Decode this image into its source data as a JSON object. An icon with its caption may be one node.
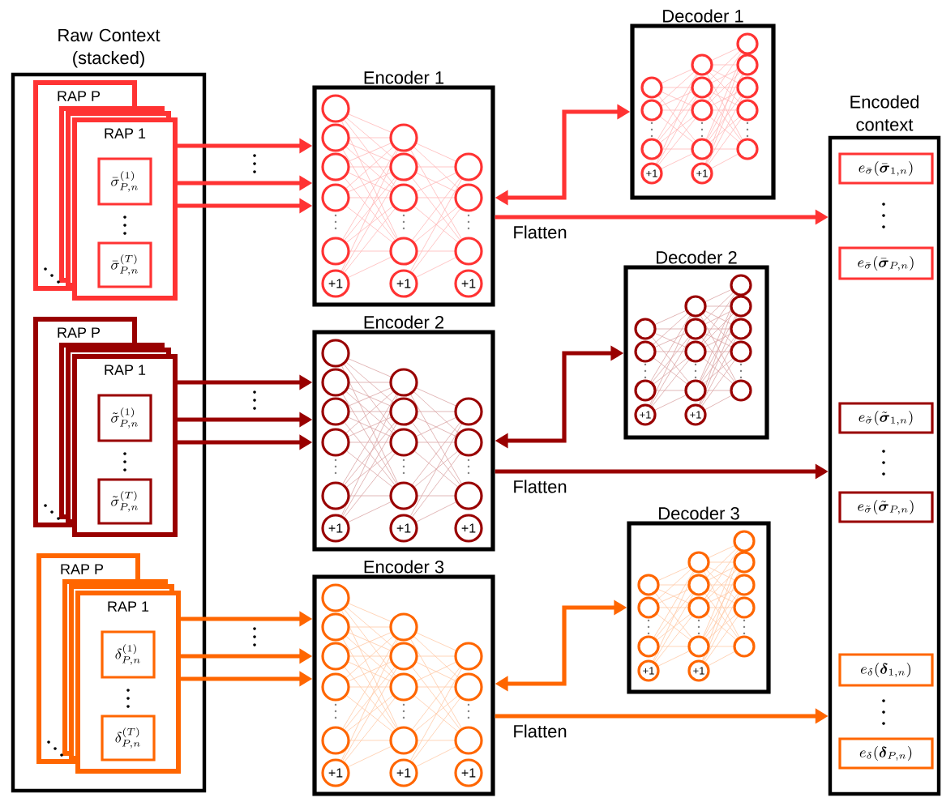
{
  "diagram": {
    "nodes": [
      {
        "text": [
          "Raw Context (stacked)"
        ]
      },
      {
        "text": [
          "RAP P"
        ],
        "in": 0
      },
      {
        "text": [
          "RAP 1"
        ],
        "in": 0
      },
      {
        "text": [
          "\\bar{\\sigma}_{P,n}^{(1)}"
        ],
        "in": 2
      },
      {
        "text": [
          "\\bar{\\sigma}_{P,n}^{(T)}"
        ],
        "in": 2
      },
      {
        "text": [
          "RAP P"
        ],
        "in": 0
      },
      {
        "text": [
          "RAP 1"
        ],
        "in": 0
      },
      {
        "text": [
          "\\tilde{\\sigma}_{P,n}^{(1)}"
        ],
        "in": 6
      },
      {
        "text": [
          "\\tilde{\\sigma}_{P,n}^{(T)}"
        ],
        "in": 6
      },
      {
        "text": [
          "RAP P"
        ],
        "in": 0
      },
      {
        "text": [
          "RAP 1"
        ],
        "in": 0
      },
      {
        "text": [
          "\\delta_{P,n}^{(1)}"
        ],
        "in": 10
      },
      {
        "text": [
          "\\delta_{P,n}^{(T)}"
        ],
        "in": 10
      },
      {
        "text": [
          "Encoder 1"
        ]
      },
      {
        "text": [
          "Encoder 2"
        ]
      },
      {
        "text": [
          "Encoder 3"
        ]
      },
      {
        "text": [
          "Decoder 1"
        ]
      },
      {
        "text": [
          "Decoder 2"
        ]
      },
      {
        "text": [
          "Decoder 3"
        ]
      },
      {
        "text": [
          "Encoded context"
        ]
      },
      {
        "text": [
          "e_{\\bar{\\sigma}}(\\bar{\\boldsymbol{\\sigma}}_{1,n})"
        ],
        "in": 19
      },
      {
        "text": [
          "e_{\\bar{\\sigma}}(\\bar{\\boldsymbol{\\sigma}}_{P,n})"
        ],
        "in": 19
      },
      {
        "text": [
          "e_{\\tilde{\\sigma}}(\\tilde{\\boldsymbol{\\sigma}}_{1,n})"
        ],
        "in": 19
      },
      {
        "text": [
          "e_{\\tilde{\\sigma}}(\\tilde{\\boldsymbol{\\sigma}}_{P,n})"
        ],
        "in": 19
      },
      {
        "text": [
          "e_{\\delta}(\\boldsymbol{\\delta}_{1,n})"
        ],
        "in": 19
      },
      {
        "text": [
          "e_{\\delta}(\\boldsymbol{\\delta}_{P,n})"
        ],
        "in": 19
      }
    ],
    "edges": [
      {
        "from": 2,
        "to": 13,
        "arrow": "to",
        "color": "#ff3333"
      },
      {
        "from": 2,
        "to": 13,
        "arrow": "to",
        "color": "#ff3333"
      },
      {
        "from": 2,
        "to": 13,
        "arrow": "to",
        "color": "#ff3333"
      },
      {
        "from": 13,
        "to": 16,
        "arrow": "both",
        "color": "#ff3333"
      },
      {
        "from": 13,
        "to": 19,
        "arrow": "to",
        "label": "Flatten",
        "color": "#ff3333"
      },
      {
        "from": 6,
        "to": 14,
        "arrow": "to",
        "color": "#990000"
      },
      {
        "from": 6,
        "to": 14,
        "arrow": "to",
        "color": "#990000"
      },
      {
        "from": 6,
        "to": 14,
        "arrow": "to",
        "color": "#990000"
      },
      {
        "from": 14,
        "to": 17,
        "arrow": "both",
        "color": "#990000"
      },
      {
        "from": 14,
        "to": 19,
        "arrow": "to",
        "label": "Flatten",
        "color": "#990000"
      },
      {
        "from": 10,
        "to": 15,
        "arrow": "to",
        "color": "#ff6600"
      },
      {
        "from": 10,
        "to": 15,
        "arrow": "to",
        "color": "#ff6600"
      },
      {
        "from": 10,
        "to": 15,
        "arrow": "to",
        "color": "#ff6600"
      },
      {
        "from": 15,
        "to": 18,
        "arrow": "both",
        "color": "#ff6600"
      },
      {
        "from": 15,
        "to": 19,
        "arrow": "to",
        "label": "Flatten",
        "color": "#ff6600"
      }
    ],
    "labels": [
      "+1",
      "+1",
      "+1",
      "+1",
      "+1",
      "+1",
      "+1",
      "+1",
      "+1",
      "+1",
      "+1",
      "+1",
      "+1",
      "+1",
      "+1"
    ]
  }
}
